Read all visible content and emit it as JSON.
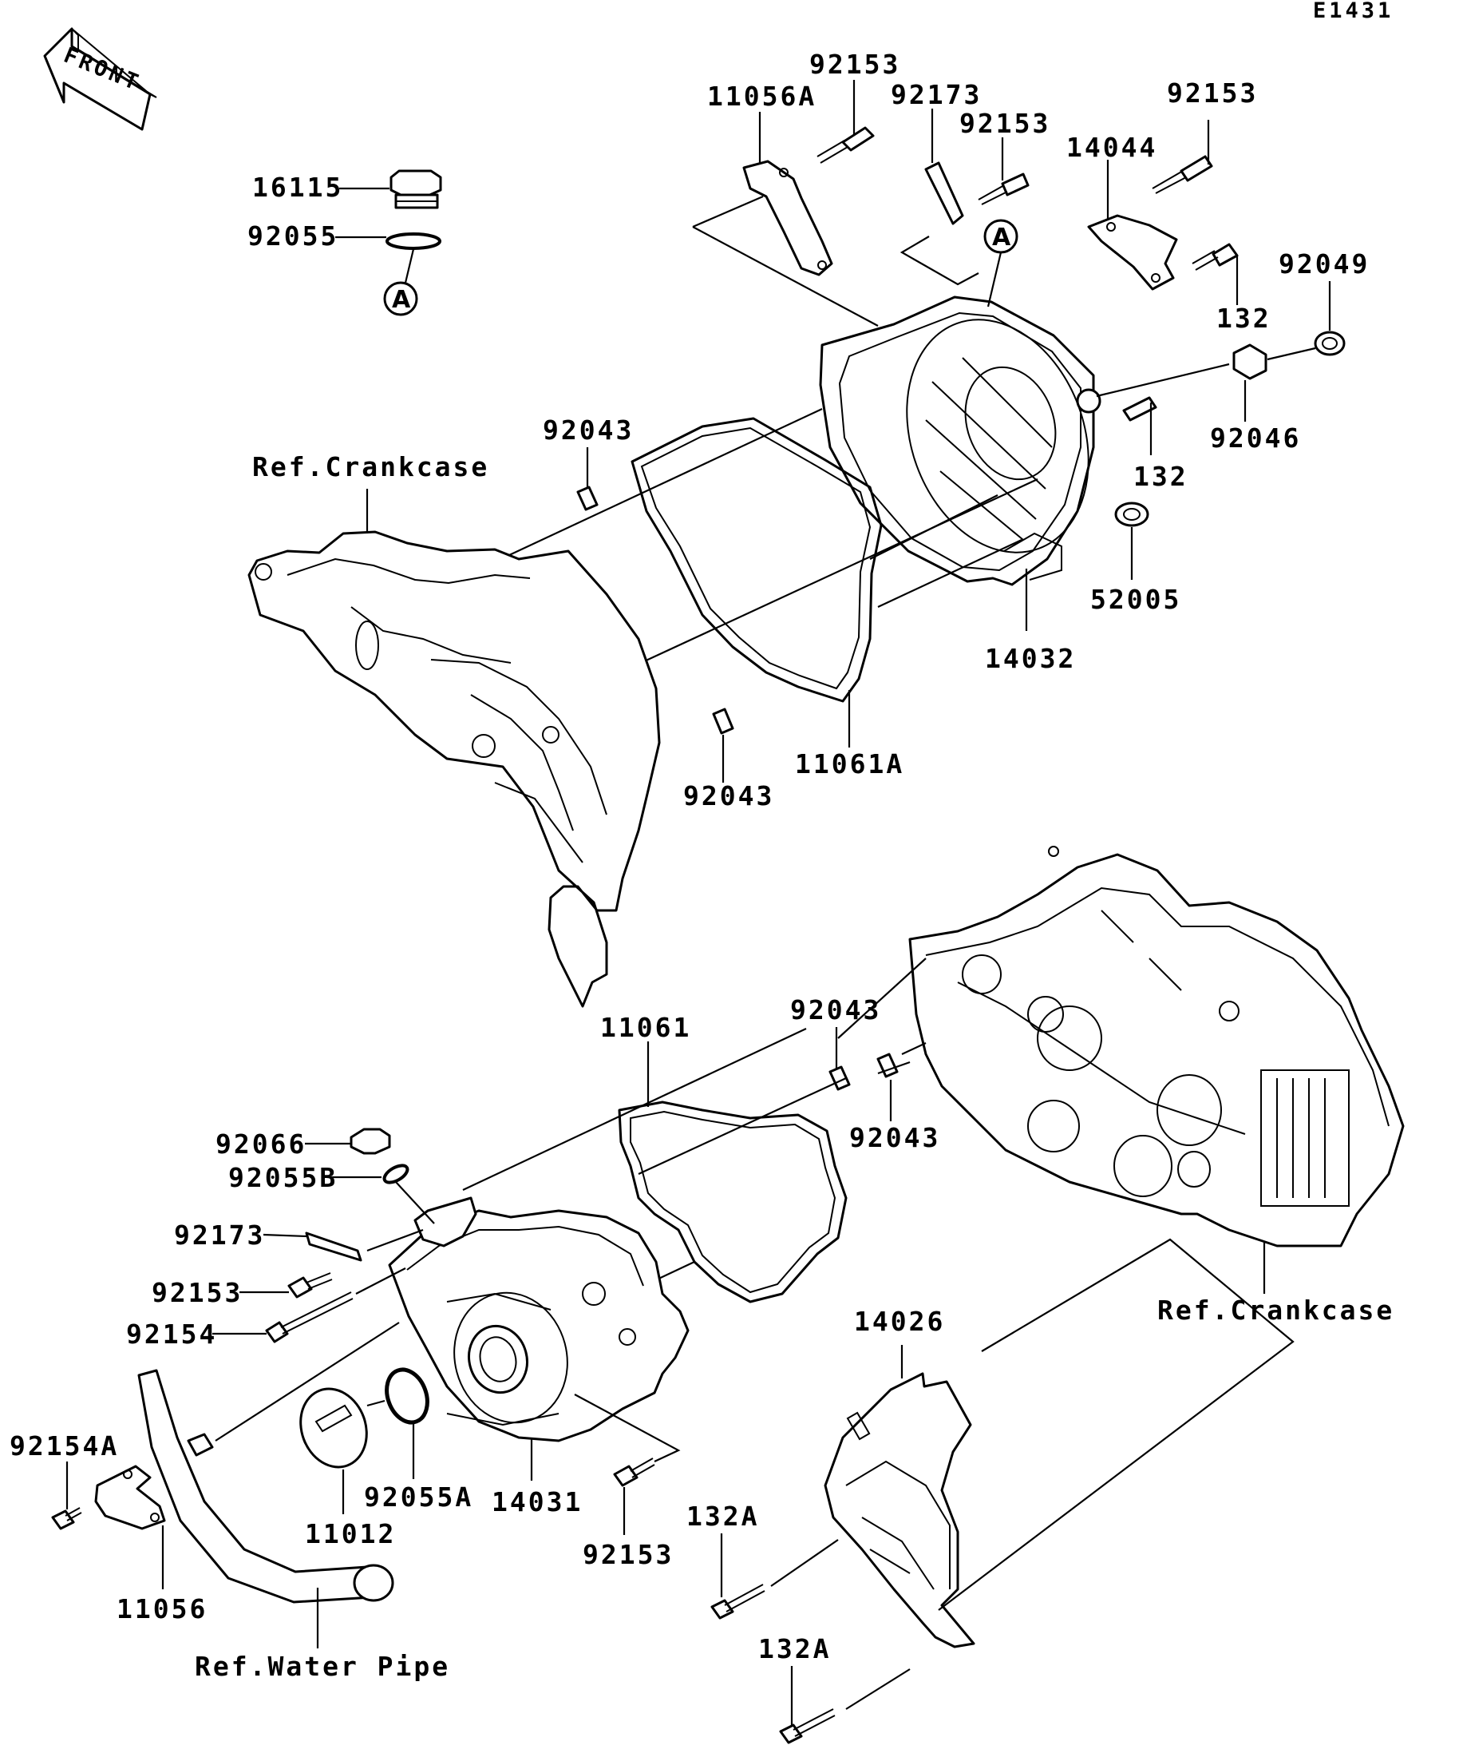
{
  "diagram_id": "E1431",
  "front_label": "FRONT",
  "ref_marker": "A",
  "callouts": [
    {
      "id": "lbl-e1431",
      "text": "E1431"
    },
    {
      "id": "lbl-16115",
      "text": "16115"
    },
    {
      "id": "lbl-92055",
      "text": "92055"
    },
    {
      "id": "lbl-11056a",
      "text": "11056A"
    },
    {
      "id": "lbl-92153-a",
      "text": "92153"
    },
    {
      "id": "lbl-92173-a",
      "text": "92173"
    },
    {
      "id": "lbl-92153-b",
      "text": "92153"
    },
    {
      "id": "lbl-14044",
      "text": "14044"
    },
    {
      "id": "lbl-92153-c",
      "text": "92153"
    },
    {
      "id": "lbl-92049",
      "text": "92049"
    },
    {
      "id": "lbl-132-a",
      "text": "132"
    },
    {
      "id": "lbl-92046",
      "text": "92046"
    },
    {
      "id": "lbl-132-b",
      "text": "132"
    },
    {
      "id": "lbl-92043-a",
      "text": "92043"
    },
    {
      "id": "lbl-ref-crankcase-a",
      "text": "Ref.Crankcase"
    },
    {
      "id": "lbl-52005",
      "text": "52005"
    },
    {
      "id": "lbl-14032",
      "text": "14032"
    },
    {
      "id": "lbl-11061a",
      "text": "11061A"
    },
    {
      "id": "lbl-92043-b",
      "text": "92043"
    },
    {
      "id": "lbl-11061",
      "text": "11061"
    },
    {
      "id": "lbl-92043-c",
      "text": "92043"
    },
    {
      "id": "lbl-92043-d",
      "text": "92043"
    },
    {
      "id": "lbl-92066",
      "text": "92066"
    },
    {
      "id": "lbl-92055b",
      "text": "92055B"
    },
    {
      "id": "lbl-92173-b",
      "text": "92173"
    },
    {
      "id": "lbl-92153-d",
      "text": "92153"
    },
    {
      "id": "lbl-92154",
      "text": "92154"
    },
    {
      "id": "lbl-ref-crankcase-b",
      "text": "Ref.Crankcase"
    },
    {
      "id": "lbl-14026",
      "text": "14026"
    },
    {
      "id": "lbl-92154a",
      "text": "92154A"
    },
    {
      "id": "lbl-92055a",
      "text": "92055A"
    },
    {
      "id": "lbl-14031",
      "text": "14031"
    },
    {
      "id": "lbl-11012",
      "text": "11012"
    },
    {
      "id": "lbl-92153-e",
      "text": "92153"
    },
    {
      "id": "lbl-132a-a",
      "text": "132A"
    },
    {
      "id": "lbl-11056",
      "text": "11056"
    },
    {
      "id": "lbl-132a-b",
      "text": "132A"
    },
    {
      "id": "lbl-ref-water-pipe",
      "text": "Ref.Water Pipe"
    }
  ]
}
